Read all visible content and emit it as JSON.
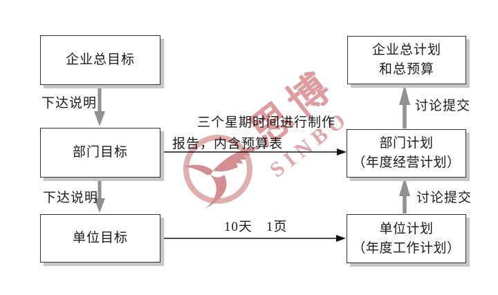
{
  "diagram": {
    "boxes": {
      "company_goal": {
        "line1": "企业总目标"
      },
      "dept_goal": {
        "line1": "部门目标"
      },
      "unit_goal": {
        "line1": "单位目标"
      },
      "company_plan": {
        "line1": "企业总计划",
        "line2": "和总预算"
      },
      "dept_plan": {
        "line1": "部门计划",
        "line2": "（年度经营计划）"
      },
      "unit_plan": {
        "line1": "单位计划",
        "line2": "（年度工作计划）"
      }
    },
    "edge_labels": {
      "issue_instruction": "下达说明",
      "discuss_submit": "讨论提交",
      "three_weeks_line1": "三个星期时间进行制作",
      "three_weeks_line2": "报告，内含预算表",
      "ten_days_one_page": "10天　1页"
    },
    "colors": {
      "box_border": "#2e2e2e",
      "box_shadow": "#c6c6c6",
      "gray_arrow": "#909090",
      "black_arrow": "#111111",
      "text": "#1a1a1a",
      "watermark_red": "#c85a60",
      "watermark_pink": "#d08a8a"
    }
  },
  "watermark": {
    "cn": "思博",
    "en": "SINBO"
  }
}
